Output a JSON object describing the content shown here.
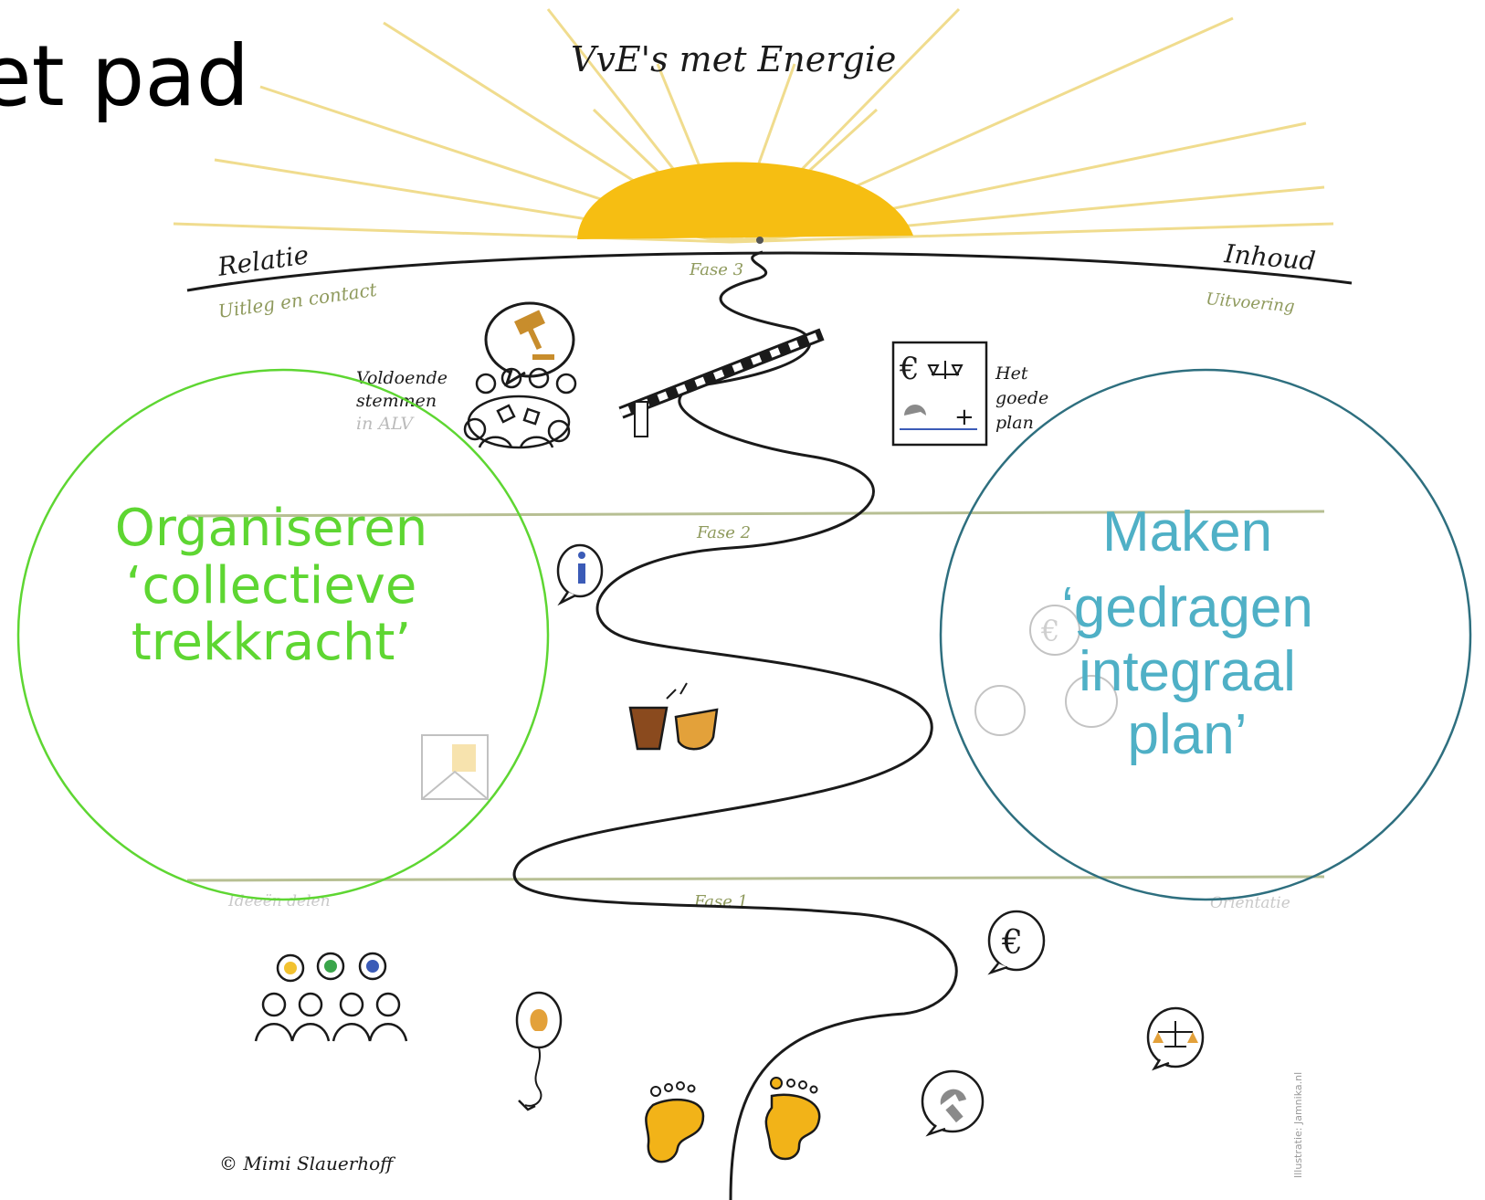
{
  "slide": {
    "title": "et pad"
  },
  "illustration": {
    "heading": "VvE's met Energie",
    "left_header": "Relatie",
    "left_subheader": "Uitleg en contact",
    "right_header": "Inhoud",
    "right_subheader": "Uitvoering",
    "phases": [
      "Fase 3",
      "Fase 2",
      "Fase 1"
    ],
    "votes_label": [
      "Voldoende",
      "stemmen",
      "in ALV"
    ],
    "plan_label": [
      "Het",
      "goede",
      "plan"
    ],
    "ideas_label": "Ideeën delen",
    "orientation_label": "Oriëntatie",
    "copyright": "© Mimi Slauerhoff",
    "credit_vertical": "Illustratie: Jamnika.nl",
    "colors": {
      "sun": "#f6be12",
      "rays": "#f0dc8e",
      "ink": "#1a1a1a",
      "phase_line": "#b7bf93",
      "footprint": "#f2b318"
    }
  },
  "circles": {
    "left": {
      "lines": [
        "Organiseren",
        "‘collectieve",
        "trekkracht’"
      ],
      "color": "#5ed632"
    },
    "right": {
      "lines": [
        "Maken",
        "‘gedragen",
        "integraal",
        "plan’"
      ],
      "color": "#4fb0c6",
      "border_color": "#2e6f7f"
    }
  }
}
